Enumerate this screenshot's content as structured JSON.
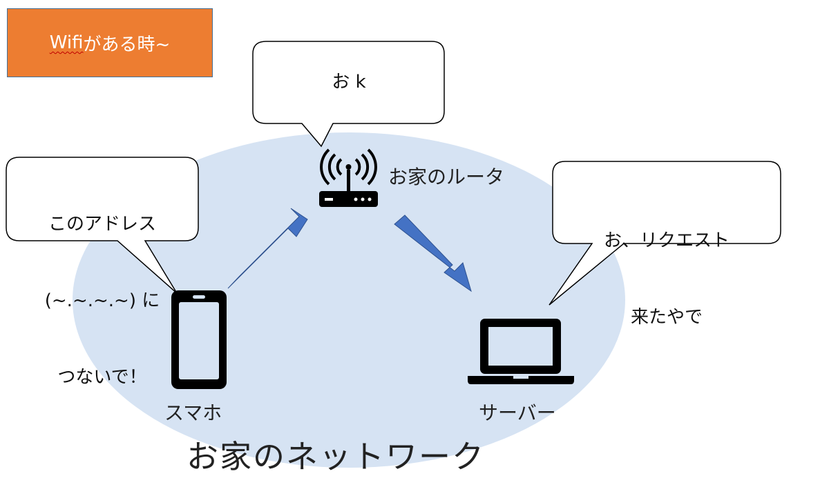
{
  "title": {
    "prefix": "Wifi",
    "suffix": " がある時~"
  },
  "bubbles": {
    "phone": [
      "このアドレス",
      "(~.~.~.~) に",
      "つないで！"
    ],
    "router": "お k",
    "server": [
      "お、リクエスト",
      "来たやで"
    ]
  },
  "labels": {
    "phone": "スマホ",
    "router": "お家のルータ",
    "server": "サーバー",
    "network": "お家のネットワーク"
  },
  "colors": {
    "title_bg": "#ED7D31",
    "network_bg": "#D6E3F3",
    "arrow": "#4472C4",
    "icon": "#000000"
  }
}
